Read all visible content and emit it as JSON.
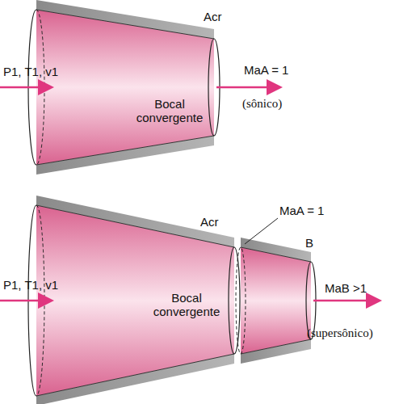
{
  "diagram": {
    "labels": [
      "P1, T1, v1",
      "Acr",
      "Bocal convergente",
      "MaA = 1",
      "(sônico)",
      "Acr",
      "MaA = 1",
      "P1, T1, v1",
      "Bocal convergente",
      "B",
      "MaB >1",
      "(supersônico)"
    ]
  }
}
